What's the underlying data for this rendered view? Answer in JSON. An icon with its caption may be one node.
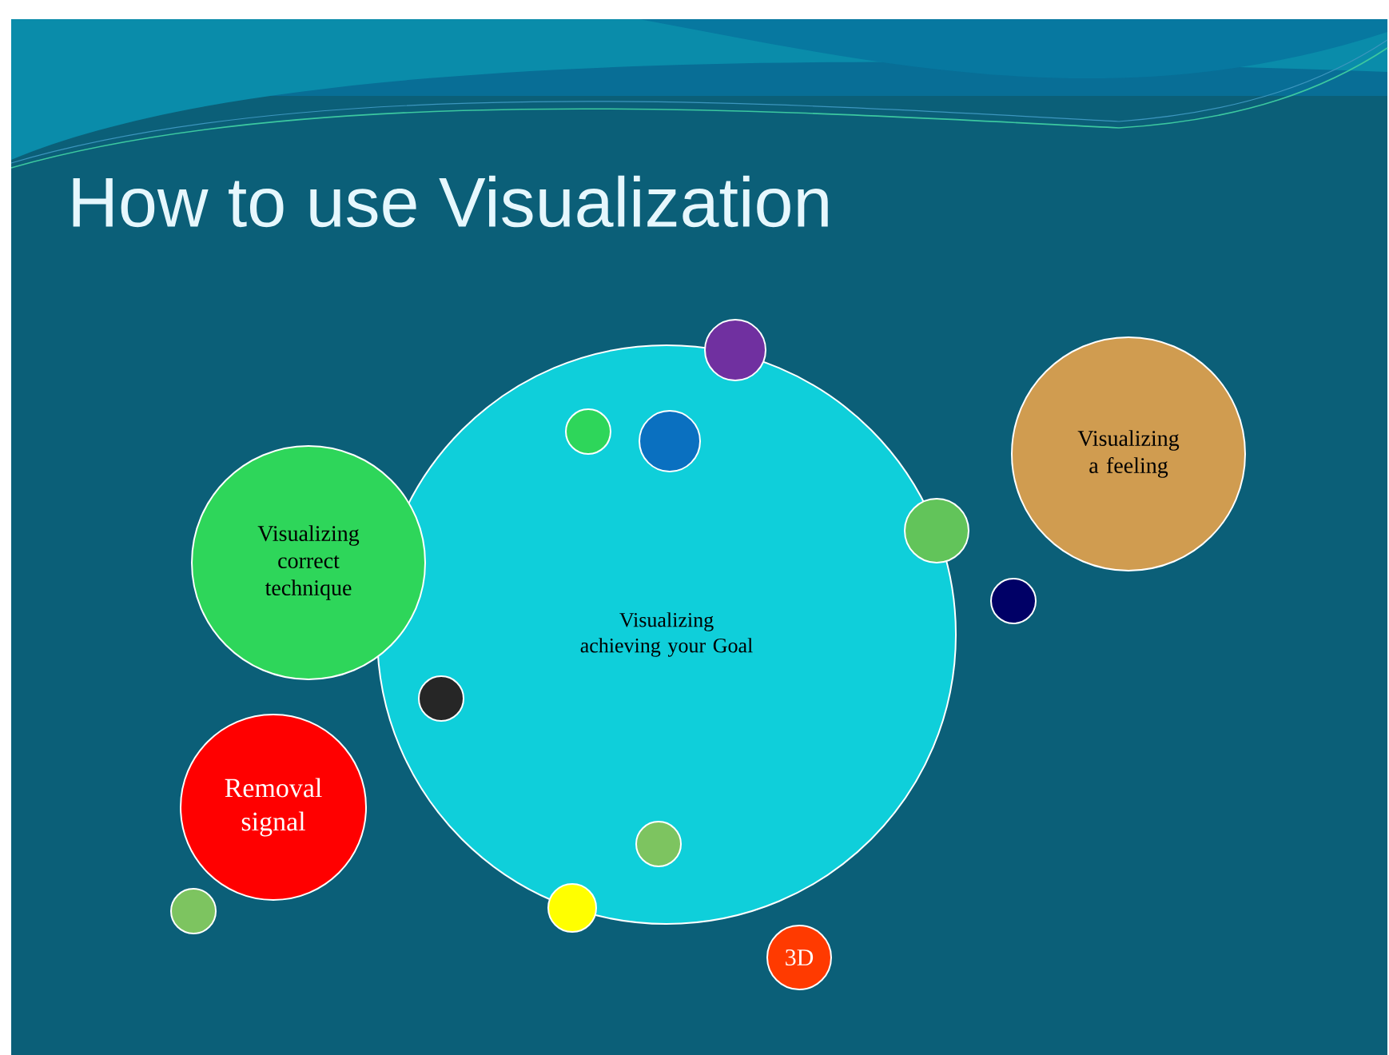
{
  "diagram": {
    "title": "How to use Visualization",
    "nodes": [
      {
        "text": [
          "Visualizing achieving your Goal"
        ]
      },
      {
        "text": [],
        "shape": "circle",
        "in": 0
      },
      {
        "text": [],
        "shape": "circle",
        "in": 0
      },
      {
        "text": [],
        "shape": "circle",
        "in": 0
      },
      {
        "text": [],
        "shape": "circle"
      },
      {
        "text": [
          "Visualizing correct technique"
        ]
      },
      {
        "text": [
          "Visualizing a feeling"
        ]
      },
      {
        "text": [],
        "shape": "circle"
      },
      {
        "text": [],
        "shape": "circle"
      },
      {
        "text": [],
        "shape": "circle",
        "in": 0
      },
      {
        "text": [
          "Removal signal"
        ]
      },
      {
        "text": [],
        "shape": "circle"
      },
      {
        "text": [
          "3D"
        ]
      },
      {
        "text": [],
        "shape": "circle"
      }
    ]
  }
}
